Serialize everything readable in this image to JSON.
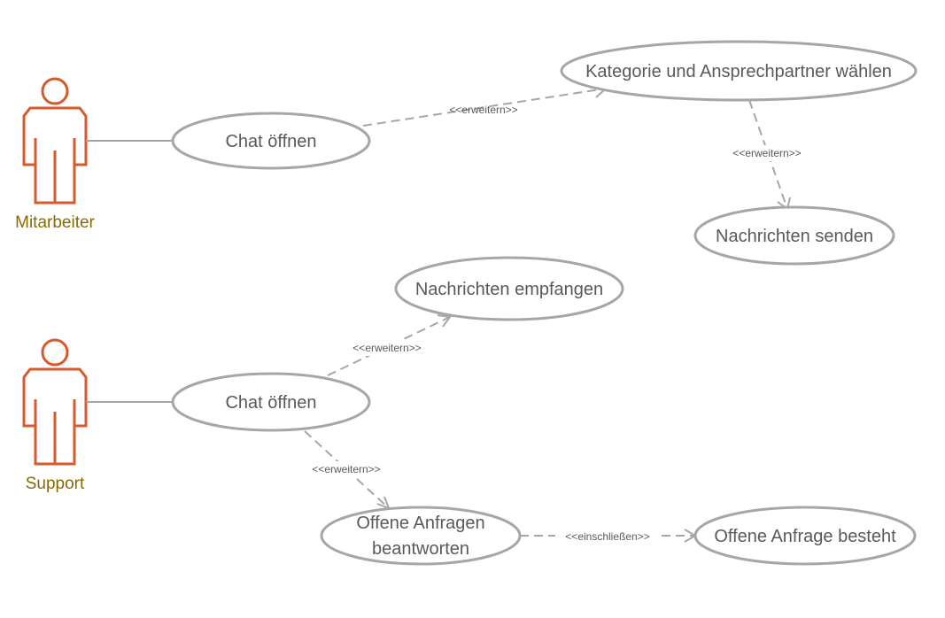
{
  "actors": {
    "mitarbeiter": {
      "label": "Mitarbeiter"
    },
    "support": {
      "label": "Support"
    }
  },
  "use_cases": {
    "chat_oeffnen_1": "Chat öffnen",
    "kategorie": "Kategorie und Ansprechpartner wählen",
    "nachrichten_senden": "Nachrichten senden",
    "nachrichten_empfangen": "Nachrichten empfangen",
    "chat_oeffnen_2": "Chat öffnen",
    "offene_anfragen_line1": "Offene Anfragen",
    "offene_anfragen_line2": "beantworten",
    "offene_anfrage_besteht": "Offene Anfrage besteht"
  },
  "relations": {
    "r1": "<<erweitern>>",
    "r2": "<<erweitern>>",
    "r3": "<<erweitern>>",
    "r4": "<<erweitern>>",
    "r5": "<<einschließen>>"
  },
  "colors": {
    "actor": "#d55a2c",
    "actor_label": "#8a6a00",
    "line": "#a6a6a6",
    "text": "#595959"
  }
}
